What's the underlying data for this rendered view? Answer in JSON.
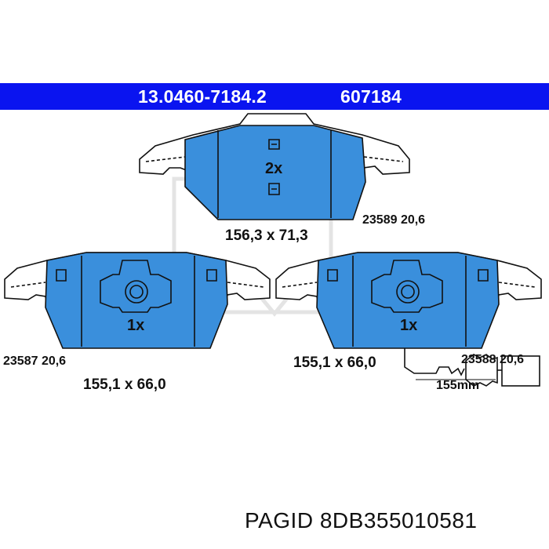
{
  "header": {
    "part_number": "13.0460-7184.2",
    "ref_number": "607184"
  },
  "pads": {
    "top": {
      "count": "2x",
      "dimensions": "156,3 x 71,3",
      "code_thickness": "23589 20,6"
    },
    "left": {
      "count": "1x",
      "dimensions": "155,1 x 66,0",
      "code_thickness": "23587 20,6"
    },
    "right": {
      "count": "1x",
      "dimensions": "155,1 x 66,0",
      "code_thickness": "23588 20,6",
      "wire_length": "155mm"
    }
  },
  "footer": {
    "brand": "PAGID",
    "part_number": "8DB355010581"
  },
  "colors": {
    "header_blue": "#0a14f0",
    "pad_blue": "#3a8fdc",
    "outline": "#111111"
  }
}
